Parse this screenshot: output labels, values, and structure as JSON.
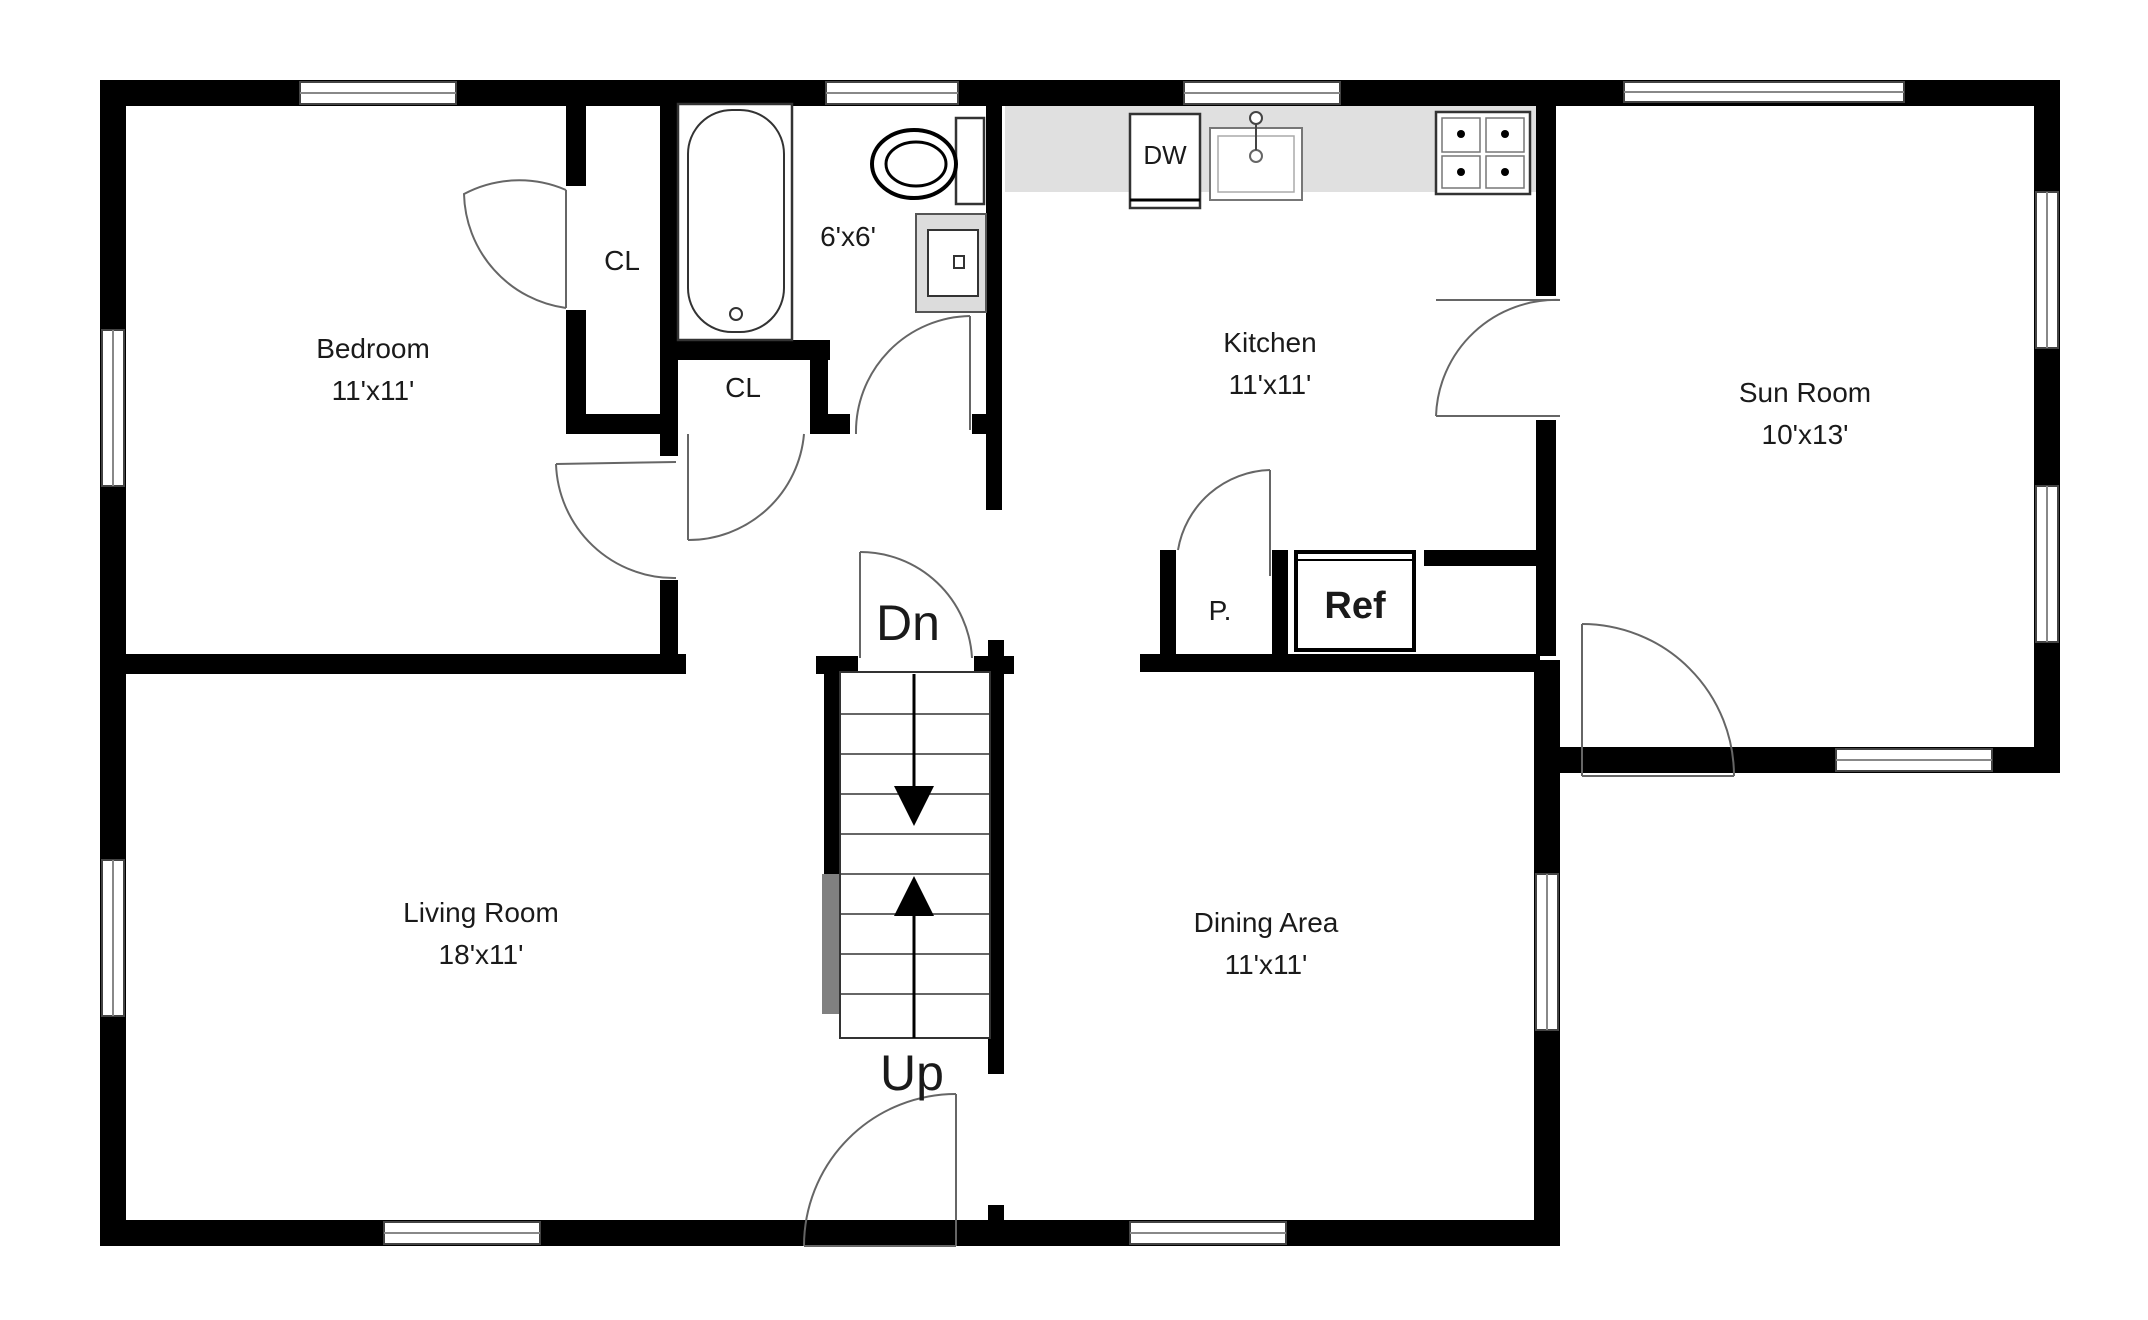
{
  "rooms": {
    "bedroom": {
      "name": "Bedroom",
      "size": "11'x11'"
    },
    "closet_bedroom": {
      "name": "CL"
    },
    "closet_hall": {
      "name": "CL"
    },
    "bath": {
      "size": "6'x6'"
    },
    "kitchen": {
      "name": "Kitchen",
      "size": "11'x11'"
    },
    "sun_room": {
      "name": "Sun Room",
      "size": "10'x13'"
    },
    "living_room": {
      "name": "Living Room",
      "size": "18'x11'"
    },
    "dining_area": {
      "name": "Dining Area",
      "size": "11'x11'"
    },
    "pantry": {
      "name": "P."
    }
  },
  "fixtures": {
    "dishwasher": "DW",
    "refrigerator": "Ref"
  },
  "stairs": {
    "down_label": "Dn",
    "up_label": "Up"
  },
  "colors": {
    "wall": "#000000",
    "counter": "#e0e0e0",
    "stair_rail": "#808080"
  }
}
